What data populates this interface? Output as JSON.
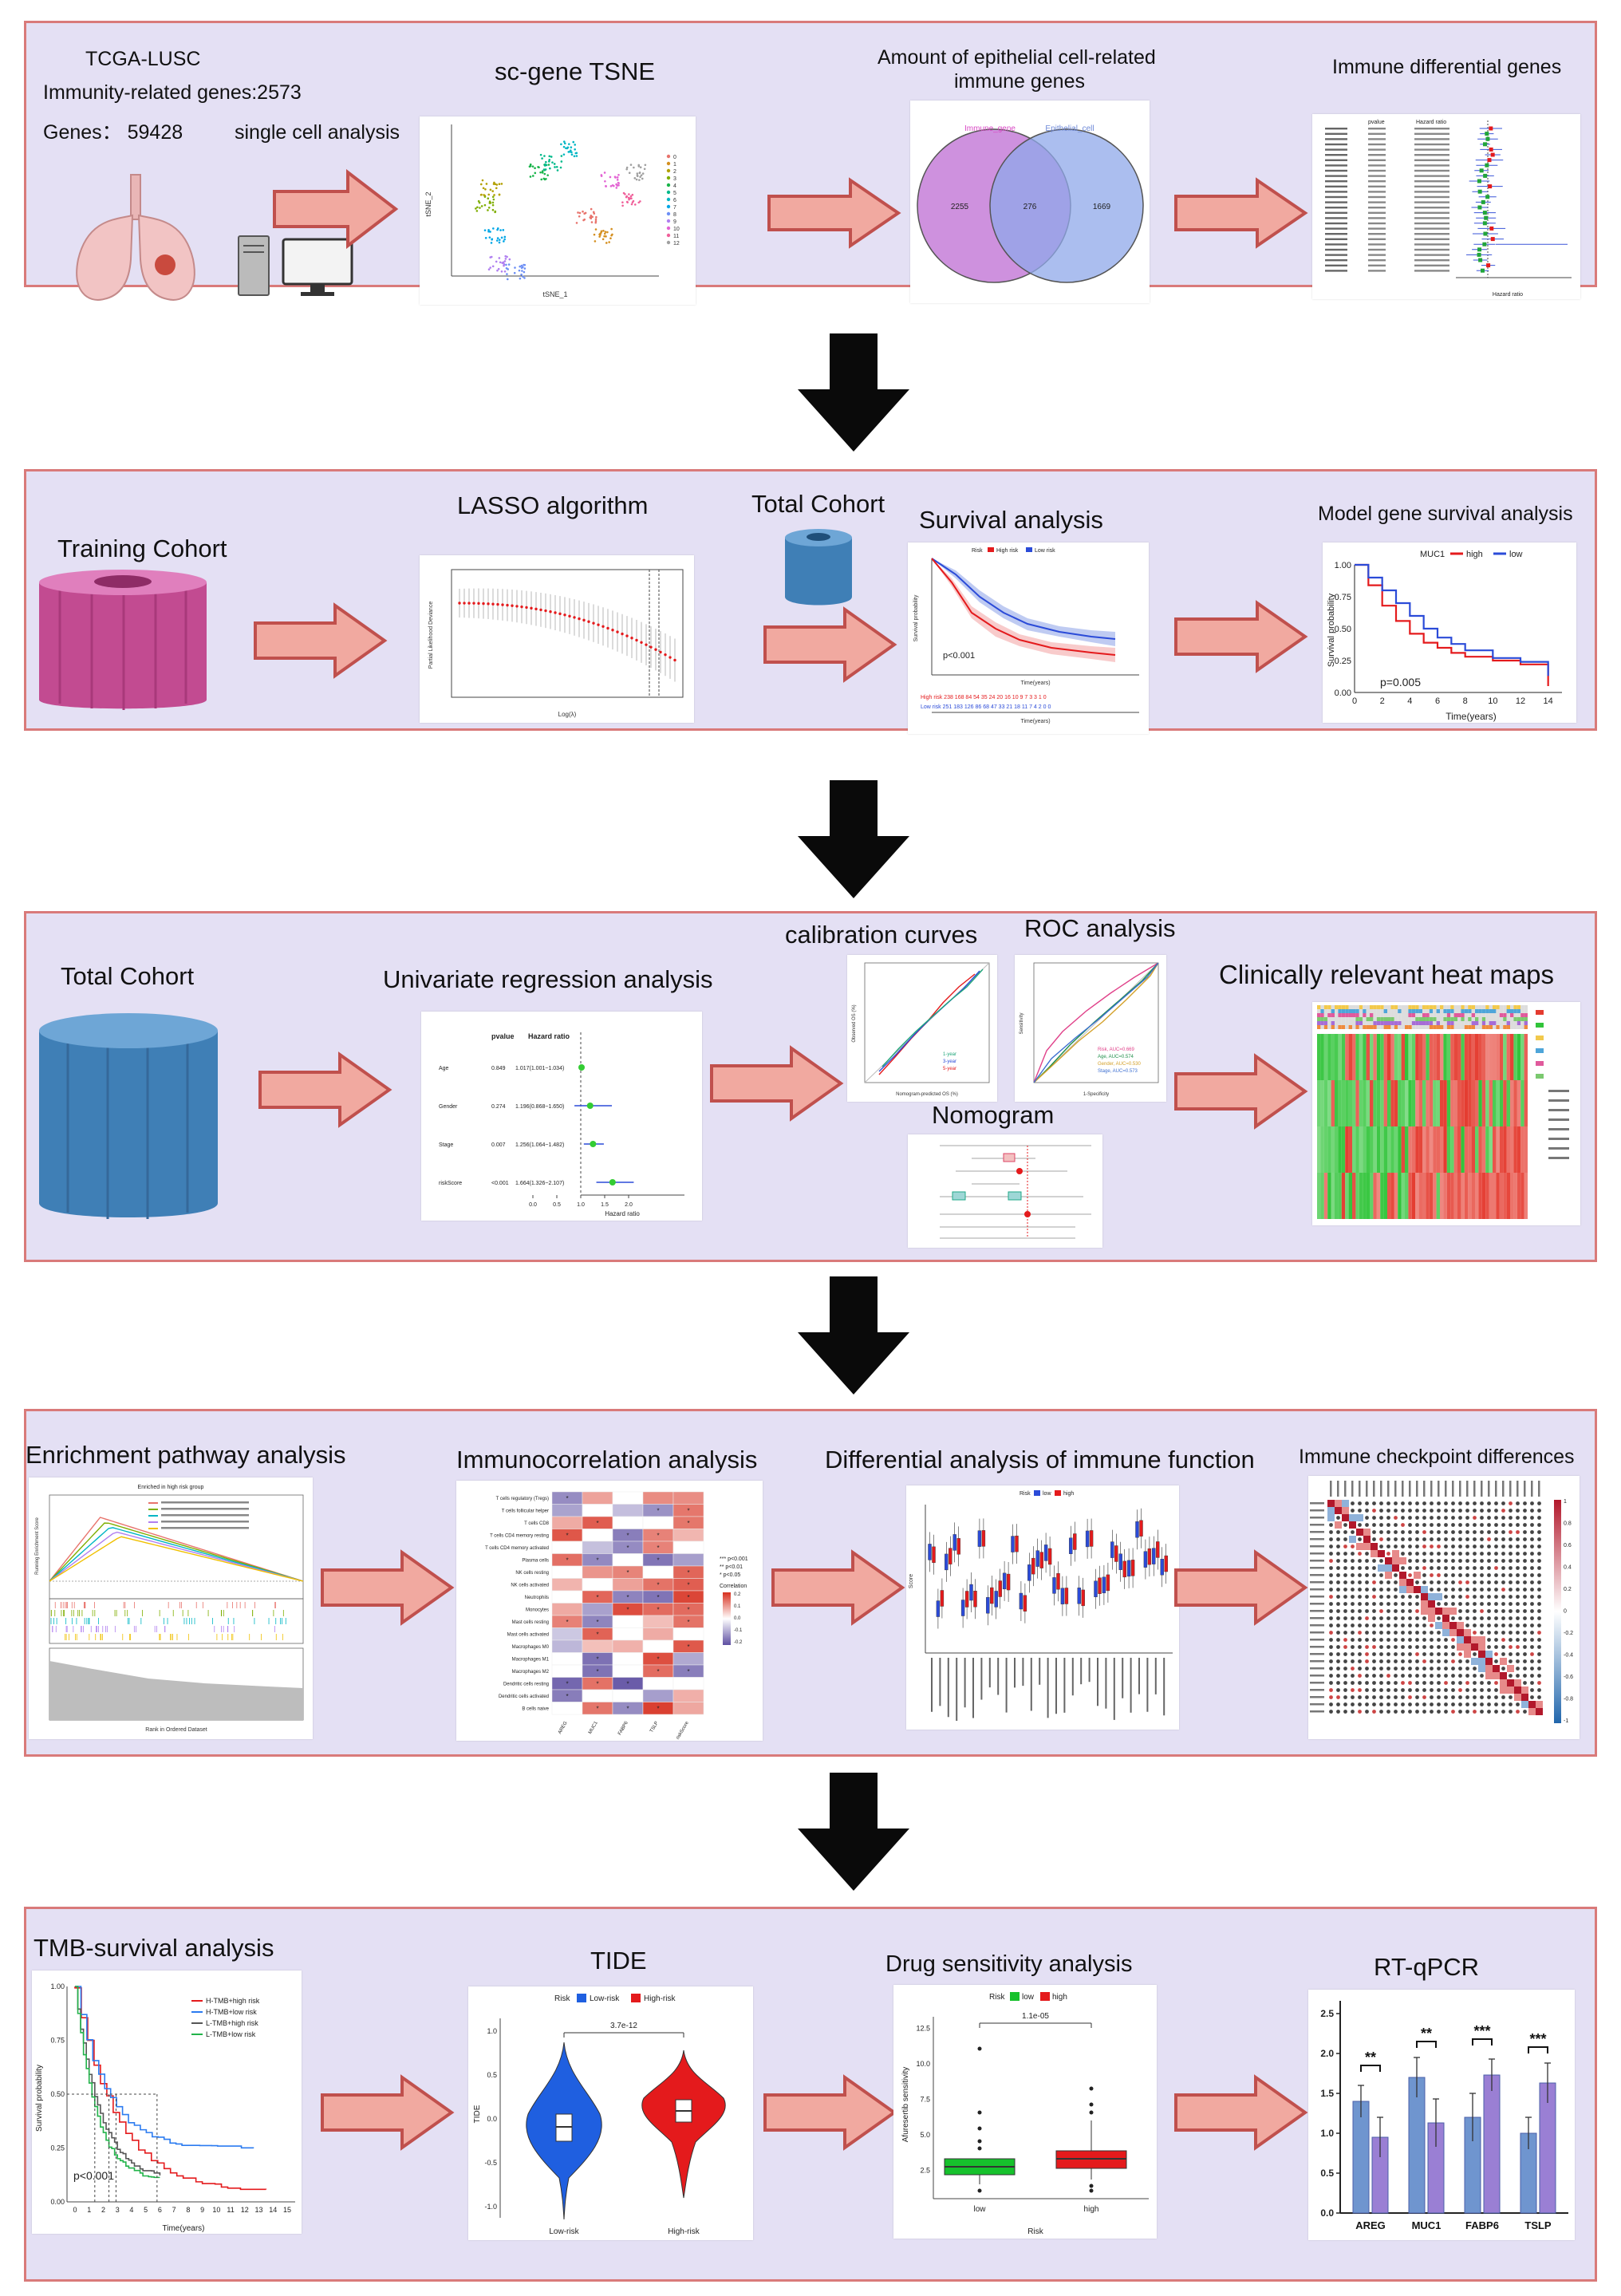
{
  "row1": {
    "header_lines": [
      "TCGA-LUSC",
      "Immunity-related genes:2573",
      "Genes： 59428"
    ],
    "single_cell": "single cell analysis",
    "tsne_title": "sc-gene TSNE",
    "tsne_xlabel": "tSNE_1",
    "tsne_ylabel": "tSNE_2",
    "tsne_clusters": [
      "0",
      "1",
      "2",
      "3",
      "4",
      "5",
      "6",
      "7",
      "8",
      "9",
      "10",
      "11",
      "12"
    ],
    "venn_title_line1": "Amount of epithelial cell-related",
    "venn_title_line2": "immune genes",
    "venn_left_label": "Immune_gene",
    "venn_right_label": "Epithelial_cell",
    "venn_left_only": "2255",
    "venn_overlap": "276",
    "venn_right_only": "1669",
    "forest_title": "Immune differential genes",
    "forest_col1": "pvalue",
    "forest_col2": "Hazard ratio",
    "forest_xlabel": "Hazard ratio"
  },
  "row2": {
    "training": "Training Cohort",
    "lasso_title": "LASSO algorithm",
    "lasso_xlabel": "Log(λ)",
    "lasso_ylabel": "Partial Likelihood Deviance",
    "total_cohort": "Total Cohort",
    "survival_title": "Survival analysis",
    "survival_legend_title": "Risk",
    "survival_legend": [
      "High risk",
      "Low risk"
    ],
    "survival_p": "p<0.001",
    "survival_xlabel": "Time(years)",
    "survival_ylabel": "Survival probability",
    "risk_table_high": "High risk  238 168  84  54  35  24  20  16  10   9   7   3   3   1   0",
    "risk_table_low": "Low risk  251 183 126  86  68  47  33  21  18  11   7   4   2   0   0",
    "model_title": "Model gene survival analysis",
    "model_gene": "MUC1",
    "model_legend": [
      "high",
      "low"
    ],
    "model_p": "p=0.005",
    "model_xlabel": "Time(years)",
    "model_ylabel": "Survival probability",
    "model_yticks": [
      "1.00",
      "0.75",
      "0.50",
      "0.25",
      "0.00"
    ],
    "model_xticks": [
      "0",
      "2",
      "4",
      "6",
      "8",
      "10",
      "12",
      "14"
    ]
  },
  "row3": {
    "total_cohort": "Total Cohort",
    "uni_title": "Univariate regression analysis",
    "uni_col1": "pvalue",
    "uni_col2": "Hazard ratio",
    "uni_rows": [
      {
        "name": "Age",
        "p": "0.849",
        "hr": "1.017(1.001~1.034)"
      },
      {
        "name": "Gender",
        "p": "0.274",
        "hr": "1.196(0.868~1.650)"
      },
      {
        "name": "Stage",
        "p": "0.007",
        "hr": "1.256(1.064~1.482)"
      },
      {
        "name": "riskScore",
        "p": "<0.001",
        "hr": "1.664(1.326~2.107)"
      }
    ],
    "uni_xlabel": "Hazard ratio",
    "uni_xticks": [
      "0.0",
      "0.5",
      "1.0",
      "1.5",
      "2.0"
    ],
    "calib_title": "calibration curves",
    "calib_legend": [
      "1-year",
      "3-year",
      "5-year"
    ],
    "calib_xlabel": "Nomogram-predicted OS (%)",
    "calib_ylabel": "Observed OS (%)",
    "roc_title": "ROC analysis",
    "roc_legend": [
      "Risk, AUC=0.669",
      "Age, AUC=0.574",
      "Gender, AUC=0.530",
      "Stage, AUC=0.573"
    ],
    "roc_xlabel": "1-Specificity",
    "roc_ylabel": "Sensitivity",
    "nomogram_title": "Nomogram",
    "heat_title": "Clinically relevant heat maps"
  },
  "row4": {
    "enrich_title": "Enrichment pathway analysis",
    "enrich_subtitle": "Enriched in high risk group",
    "enrich_xlabel": "Rank in Ordered Dataset",
    "enrich_ylabel": "Running Enrichment Score",
    "immuno_title": "Immunocorrelation analysis",
    "immuno_cells": [
      "T cells regulatory (Tregs)",
      "T cells follicular helper",
      "T cells CD8",
      "T cells CD4 memory resting",
      "T cells CD4 memory activated",
      "Plasma cells",
      "NK cells resting",
      "NK cells activated",
      "Neutrophils",
      "Monocytes",
      "Mast cells resting",
      "Mast cells activated",
      "Macrophages M0",
      "Macrophages M1",
      "Macrophages M2",
      "Dendritic cells resting",
      "Dendritic cells activated",
      "B cells naive"
    ],
    "immuno_genes": [
      "AREG",
      "MUC1",
      "FABP6",
      "TSLP",
      "riskScore"
    ],
    "immuno_sig_legend": [
      "*** p<0.001",
      "** p<0.01",
      "* p<0.05"
    ],
    "immuno_corr_label": "Correlation",
    "immuno_corr_ticks": [
      "0.2",
      "0.1",
      "0.0",
      "-0.1",
      "-0.2"
    ],
    "immune_fn_title": "Differential analysis of immune function",
    "immune_fn_legend_title": "Risk",
    "immune_fn_legend": [
      "low",
      "high"
    ],
    "immune_fn_ylabel": "Score",
    "checkpoint_title": "Immune checkpoint differences",
    "checkpoint_scale": [
      "1",
      "0.8",
      "0.6",
      "0.4",
      "0.2",
      "0",
      "-0.2",
      "-0.4",
      "-0.6",
      "-0.8",
      "-1"
    ]
  },
  "row5": {
    "tmb_title": "TMB-survival analysis",
    "tmb_legend": [
      "H-TMB+high risk",
      "H-TMB+low risk",
      "L-TMB+high risk",
      "L-TMB+low risk"
    ],
    "tmb_p": "p<0.001",
    "tmb_xlabel": "Time(years)",
    "tmb_ylabel": "Survival probability",
    "tmb_yticks": [
      "1.00",
      "0.75",
      "0.50",
      "0.25",
      "0.00"
    ],
    "tmb_xticks": [
      "0",
      "1",
      "2",
      "3",
      "4",
      "5",
      "6",
      "7",
      "8",
      "9",
      "10",
      "11",
      "12",
      "13",
      "14",
      "15"
    ],
    "tide_title": "TIDE",
    "tide_legend_title": "Risk",
    "tide_legend": [
      "Low-risk",
      "High-risk"
    ],
    "tide_p": "3.7e-12",
    "tide_ylabel": "TIDE",
    "tide_yticks": [
      "1.0",
      "0.5",
      "0.0",
      "-0.5",
      "-1.0"
    ],
    "drug_title": "Drug sensitivity analysis",
    "drug_legend_title": "Risk",
    "drug_legend": [
      "low",
      "high"
    ],
    "drug_p": "1.1e-05",
    "drug_ylabel": "Afuresertib sensitivity",
    "drug_xlabel": "Risk",
    "drug_yticks": [
      "12.5",
      "10.0",
      "7.5",
      "5.0",
      "2.5"
    ],
    "drug_xticks": [
      "low",
      "high"
    ],
    "rtqpcr_title": "RT-qPCR",
    "rtqpcr_genes": [
      "AREG",
      "MUC1",
      "FABP6",
      "TSLP"
    ],
    "rtqpcr_sig": [
      "**",
      "**",
      "***",
      "***"
    ],
    "rtqpcr_yticks": [
      "2.5",
      "2.0",
      "1.5",
      "1.0",
      "0.5",
      "0.0"
    ]
  },
  "colors": {
    "panel_bg": "#e4e0f4",
    "panel_border": "#d97a7a",
    "arrow_fill": "#f1a9a0",
    "arrow_stroke": "#c0504d",
    "down_arrow": "#0a0a0a",
    "pink_cylinder": "#c24b91",
    "blue_cylinder": "#3f7fb6",
    "high_risk": "#e41a1c",
    "low_risk": "#2b4bd8",
    "bar_blue": "#6f95cf",
    "bar_purple": "#9a7fd4"
  },
  "chart_data": [
    {
      "type": "bar",
      "title": "RT-qPCR",
      "categories": [
        "AREG",
        "MUC1",
        "FABP6",
        "TSLP"
      ],
      "series": [
        {
          "values": [
            1.4,
            1.7,
            1.2,
            1.0
          ]
        },
        {
          "values": [
            0.95,
            1.13,
            1.73,
            1.63
          ]
        }
      ],
      "ylim": [
        0,
        2.5
      ]
    },
    {
      "type": "line",
      "title": "Model gene survival analysis",
      "series": [
        {
          "name": "high",
          "x": [
            0,
            1,
            2,
            3,
            4,
            5,
            6,
            7,
            8,
            10,
            12,
            14
          ],
          "values": [
            1.0,
            0.84,
            0.68,
            0.56,
            0.46,
            0.39,
            0.35,
            0.31,
            0.28,
            0.25,
            0.22,
            0.05
          ]
        },
        {
          "name": "low",
          "x": [
            0,
            1,
            2,
            3,
            4,
            5,
            6,
            7,
            8,
            10,
            12,
            14
          ],
          "values": [
            1.0,
            0.9,
            0.8,
            0.7,
            0.6,
            0.5,
            0.43,
            0.38,
            0.33,
            0.27,
            0.24,
            0.13
          ]
        }
      ],
      "xlim": [
        0,
        15
      ],
      "ylim": [
        0,
        1
      ]
    }
  ]
}
